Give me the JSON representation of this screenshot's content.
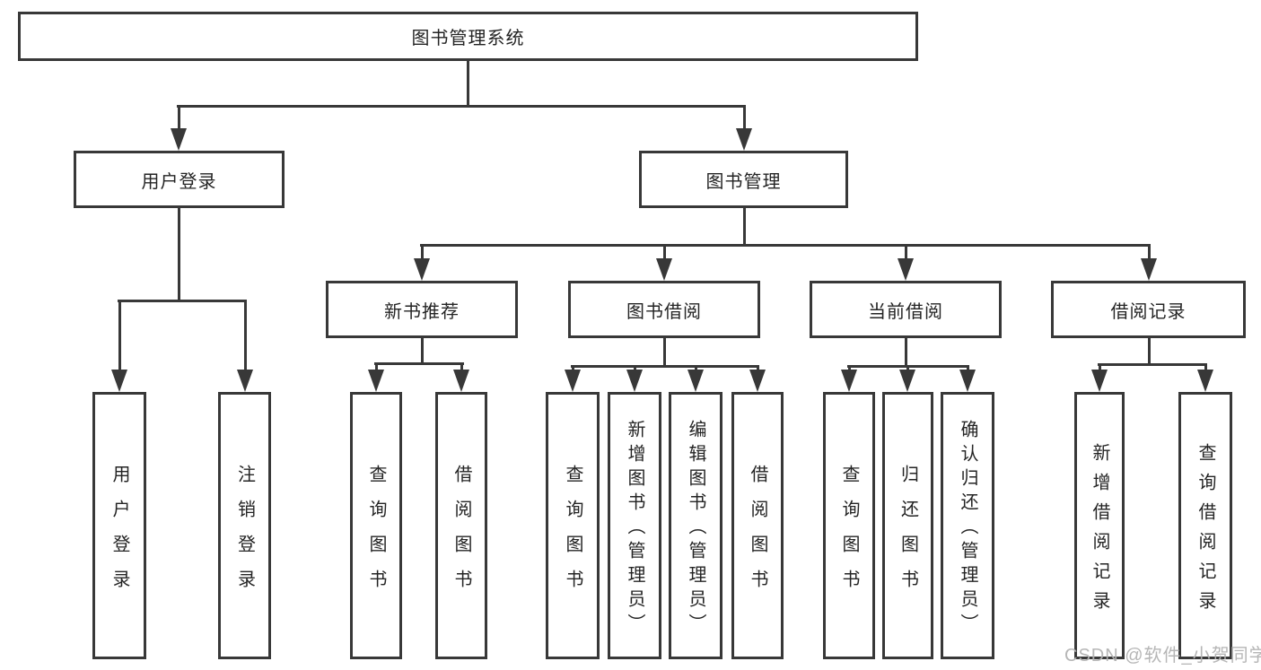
{
  "tree": {
    "label": "图书管理系统",
    "children": [
      {
        "label": "用户登录",
        "children": [
          {
            "label": "用户登录"
          },
          {
            "label": "注销登录"
          }
        ]
      },
      {
        "label": "图书管理",
        "children": [
          {
            "label": "新书推荐",
            "children": [
              {
                "label": "查询图书"
              },
              {
                "label": "借阅图书"
              }
            ]
          },
          {
            "label": "图书借阅",
            "children": [
              {
                "label": "查询图书"
              },
              {
                "label": "新增图书（管理员）"
              },
              {
                "label": "编辑图书（管理员）"
              },
              {
                "label": "借阅图书"
              }
            ]
          },
          {
            "label": "当前借阅",
            "children": [
              {
                "label": "查询图书"
              },
              {
                "label": "归还图书"
              },
              {
                "label": "确认归还（管理员）"
              }
            ]
          },
          {
            "label": "借阅记录",
            "children": [
              {
                "label": "新增借阅记录"
              },
              {
                "label": "查询借阅记录"
              }
            ]
          }
        ]
      }
    ]
  },
  "watermark": {
    "text": "CSDN @软件_小贺同学"
  }
}
